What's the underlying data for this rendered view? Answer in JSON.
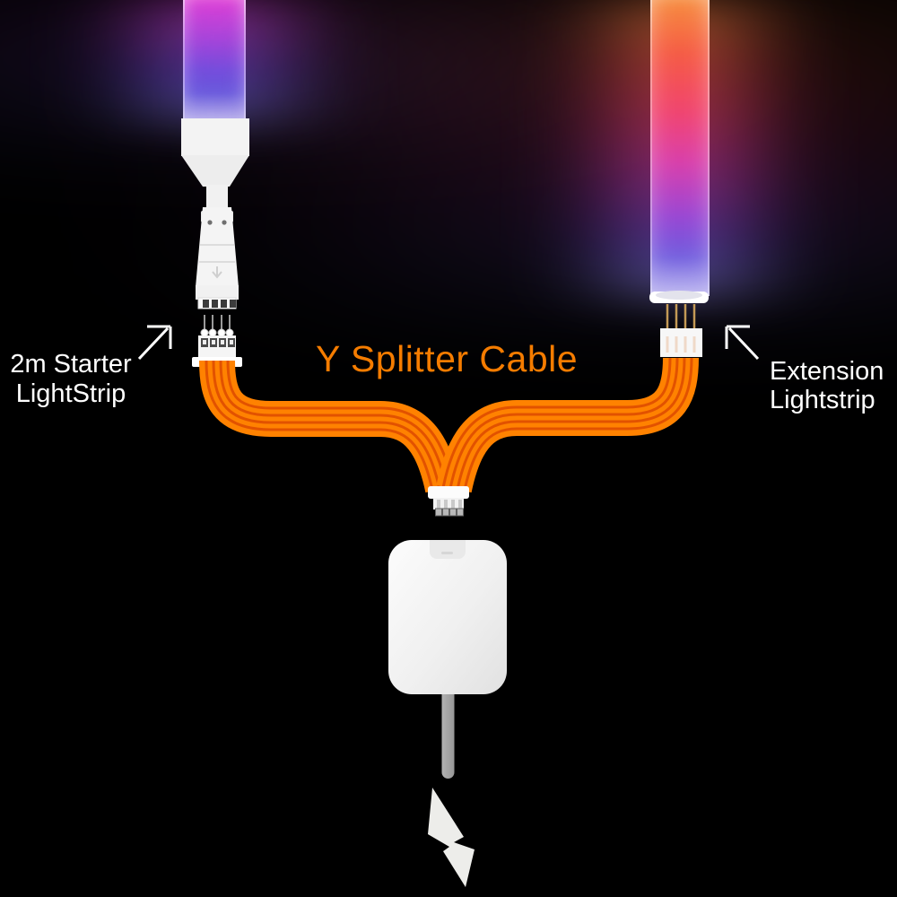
{
  "scene": {
    "title": "Y Splitter Cable",
    "title_color": "#F57C00",
    "left_label": {
      "line1": "2m Starter",
      "line2": "LightStrip"
    },
    "right_label": {
      "line1": "Extension",
      "line2": "Lightstrip"
    }
  },
  "colors": {
    "background": "#000000",
    "cable": "#FF8200",
    "cable_stripe": "#E25200",
    "strip_left_top": "#E83ED7",
    "strip_left_mid": "#6B4BE0",
    "strip_left_bottom": "#A5A0EA",
    "strip_right_top": "#F79440",
    "strip_right_red": "#F55A42",
    "strip_right_pink": "#F2446E",
    "strip_right_magenta": "#DC3FAE",
    "strip_right_purple": "#9946D6",
    "strip_right_bottom": "#ABA4EC",
    "connector_white": "#F4F4F4",
    "adapter_white": "#F5F5F5",
    "prong_gray": "#A6A6A6",
    "bolt_white": "#EDEDEA",
    "arrow_white": "#FFFFFF",
    "pin_gold": "#C49A56",
    "pin_dark": "#3C3C3C"
  },
  "icons": {
    "left_arrow": "arrow-up-right-icon",
    "right_arrow": "arrow-up-left-icon",
    "bolt": "lightning-bolt-icon",
    "connector_arrow": "plug-direction-arrow-icon"
  }
}
